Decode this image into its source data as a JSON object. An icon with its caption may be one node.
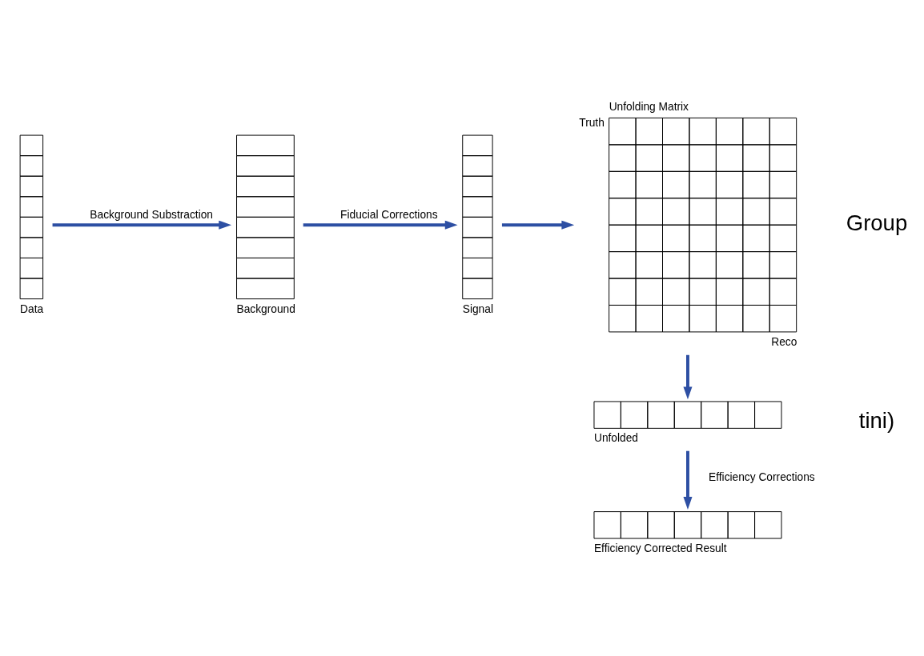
{
  "diagram": {
    "nodes": [
      {
        "text": [
          "Data"
        ]
      },
      {
        "text": [
          "Background"
        ]
      },
      {
        "text": [
          "Signal"
        ]
      },
      {
        "text": [
          "Unfolding Matrix",
          "Truth",
          "Reco"
        ]
      },
      {
        "text": [
          "Unfolded"
        ]
      },
      {
        "text": [
          "Efficiency Corrected Result"
        ]
      }
    ],
    "edges": [
      {
        "from": 0,
        "to": 1,
        "arrow": "to",
        "label": "Background Substraction"
      },
      {
        "from": 1,
        "to": 2,
        "arrow": "to",
        "label": "Fiducial Corrections"
      },
      {
        "from": 2,
        "to": 3,
        "arrow": "to"
      },
      {
        "from": 3,
        "to": 4,
        "arrow": "to"
      },
      {
        "from": 4,
        "to": 5,
        "arrow": "to",
        "label": "Efficiency Corrections"
      }
    ],
    "labels": [
      "Group",
      "tini)"
    ]
  }
}
